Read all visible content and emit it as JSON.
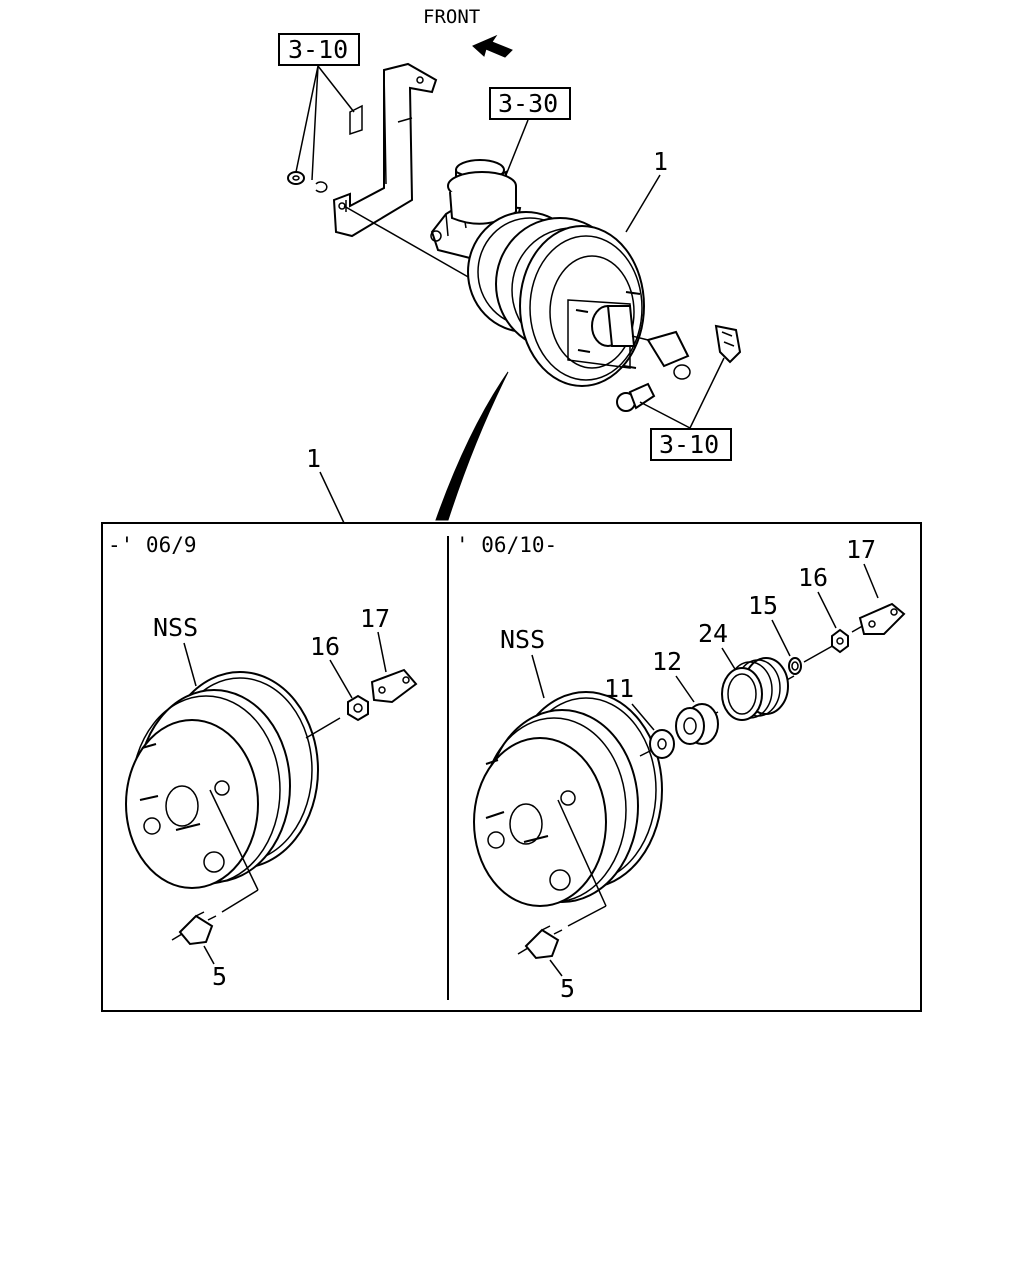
{
  "header": {
    "front_label": "FRONT"
  },
  "refs": {
    "ref_3_10_top": "3-10",
    "ref_3_30": "3-30",
    "ref_3_10_bottom": "3-10"
  },
  "callouts": {
    "top_booster": "1",
    "assembly": "1"
  },
  "panel_left": {
    "period": "-' 06/9",
    "nss": "NSS",
    "part_16": "16",
    "part_17": "17",
    "part_5": "5"
  },
  "panel_right": {
    "period": "' 06/10-",
    "nss": "NSS",
    "part_11": "11",
    "part_12": "12",
    "part_24": "24",
    "part_15": "15",
    "part_16": "16",
    "part_17": "17",
    "part_5": "5"
  }
}
